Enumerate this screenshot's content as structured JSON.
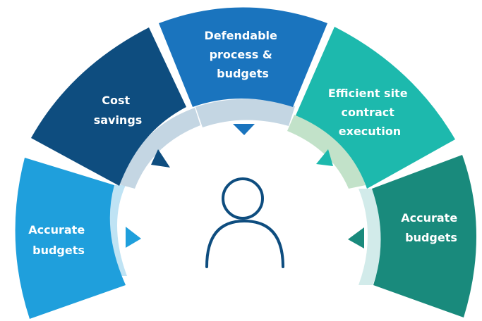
{
  "segments": [
    {
      "id": "left",
      "lines": [
        "Accurate",
        "budgets"
      ],
      "color": "#1f9fdc",
      "band_color": "#bfe3f4"
    },
    {
      "id": "upper-left",
      "lines": [
        "Cost",
        "savings"
      ],
      "color": "#0e4d7f",
      "band_color": "#c4d6e3"
    },
    {
      "id": "top",
      "lines": [
        "Defendable",
        "process &",
        "budgets"
      ],
      "color": "#1a74be",
      "band_color": "#c4d6e3"
    },
    {
      "id": "upper-right",
      "lines": [
        "Efficient site",
        "contract",
        "execution"
      ],
      "color": "#1db9ad",
      "band_color": "#c2e2c9"
    },
    {
      "id": "right",
      "lines": [
        "Accurate",
        "budgets"
      ],
      "color": "#198a7c",
      "band_color": "#d2ebea"
    }
  ],
  "center_icon": {
    "name": "person-icon",
    "color": "#0e4d7f"
  }
}
